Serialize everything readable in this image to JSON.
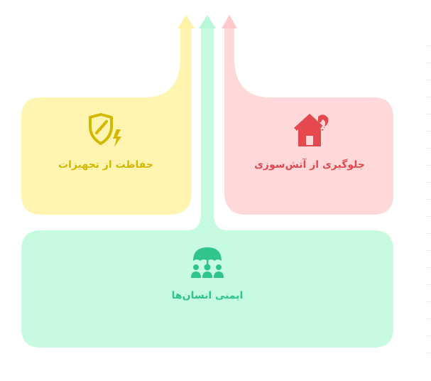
{
  "cards": {
    "equipment": {
      "label": "حفاظت از تجهیزات",
      "icon": "shield-bolt-icon",
      "fill": "#fff5b0",
      "arrow": "#fff2a6",
      "text_color": "#d4b800"
    },
    "fire": {
      "label": "جلوگیری از آتش‌سوزی",
      "icon": "house-fire-icon",
      "fill": "#ffd9d9",
      "arrow": "#ffc9c9",
      "text_color": "#e5484d"
    },
    "people": {
      "label": "ایمنی انسان‌ها",
      "icon": "people-umbrella-icon",
      "fill": "#c6fbe0",
      "arrow": "#b9f7d6",
      "text_color": "#2ec48a"
    }
  }
}
